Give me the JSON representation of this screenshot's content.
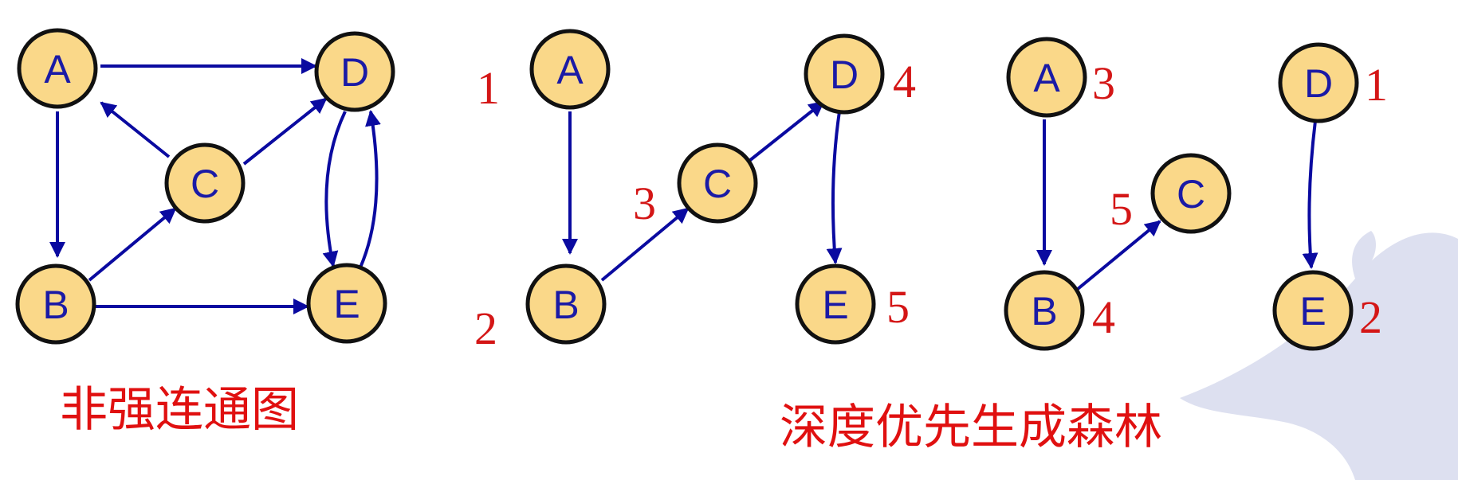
{
  "colors": {
    "node_fill": "#fad889",
    "node_stroke": "#111111",
    "node_text": "#1a1aa6",
    "edge": "#0a0aa0",
    "red_text": "#d41616",
    "watermark": "#dde0f0"
  },
  "left_graph": {
    "caption": "非强连通图",
    "nodes": [
      {
        "id": "A",
        "label": "A"
      },
      {
        "id": "B",
        "label": "B"
      },
      {
        "id": "C",
        "label": "C"
      },
      {
        "id": "D",
        "label": "D"
      },
      {
        "id": "E",
        "label": "E"
      }
    ],
    "edges": [
      {
        "from": "A",
        "to": "D"
      },
      {
        "from": "A",
        "to": "B"
      },
      {
        "from": "C",
        "to": "A"
      },
      {
        "from": "C",
        "to": "D"
      },
      {
        "from": "B",
        "to": "C"
      },
      {
        "from": "B",
        "to": "E"
      },
      {
        "from": "D",
        "to": "E"
      },
      {
        "from": "E",
        "to": "D"
      }
    ]
  },
  "forest_1": {
    "nodes": [
      {
        "id": "A",
        "label": "A",
        "order": "1"
      },
      {
        "id": "B",
        "label": "B",
        "order": "2"
      },
      {
        "id": "C",
        "label": "C",
        "order": "3"
      },
      {
        "id": "D",
        "label": "D",
        "order": "4"
      },
      {
        "id": "E",
        "label": "E",
        "order": "5"
      }
    ],
    "edges": [
      {
        "from": "A",
        "to": "B"
      },
      {
        "from": "B",
        "to": "C"
      },
      {
        "from": "C",
        "to": "D"
      },
      {
        "from": "D",
        "to": "E"
      }
    ]
  },
  "forest_2": {
    "caption": "深度优先生成森林",
    "tree_1": {
      "nodes": [
        {
          "id": "A",
          "label": "A",
          "order": "3"
        },
        {
          "id": "B",
          "label": "B",
          "order": "4"
        },
        {
          "id": "C",
          "label": "C",
          "order": "5"
        }
      ],
      "edges": [
        {
          "from": "A",
          "to": "B"
        },
        {
          "from": "B",
          "to": "C"
        }
      ]
    },
    "tree_2": {
      "nodes": [
        {
          "id": "D",
          "label": "D",
          "order": "1"
        },
        {
          "id": "E",
          "label": "E",
          "order": "2"
        }
      ],
      "edges": [
        {
          "from": "D",
          "to": "E"
        }
      ]
    }
  }
}
